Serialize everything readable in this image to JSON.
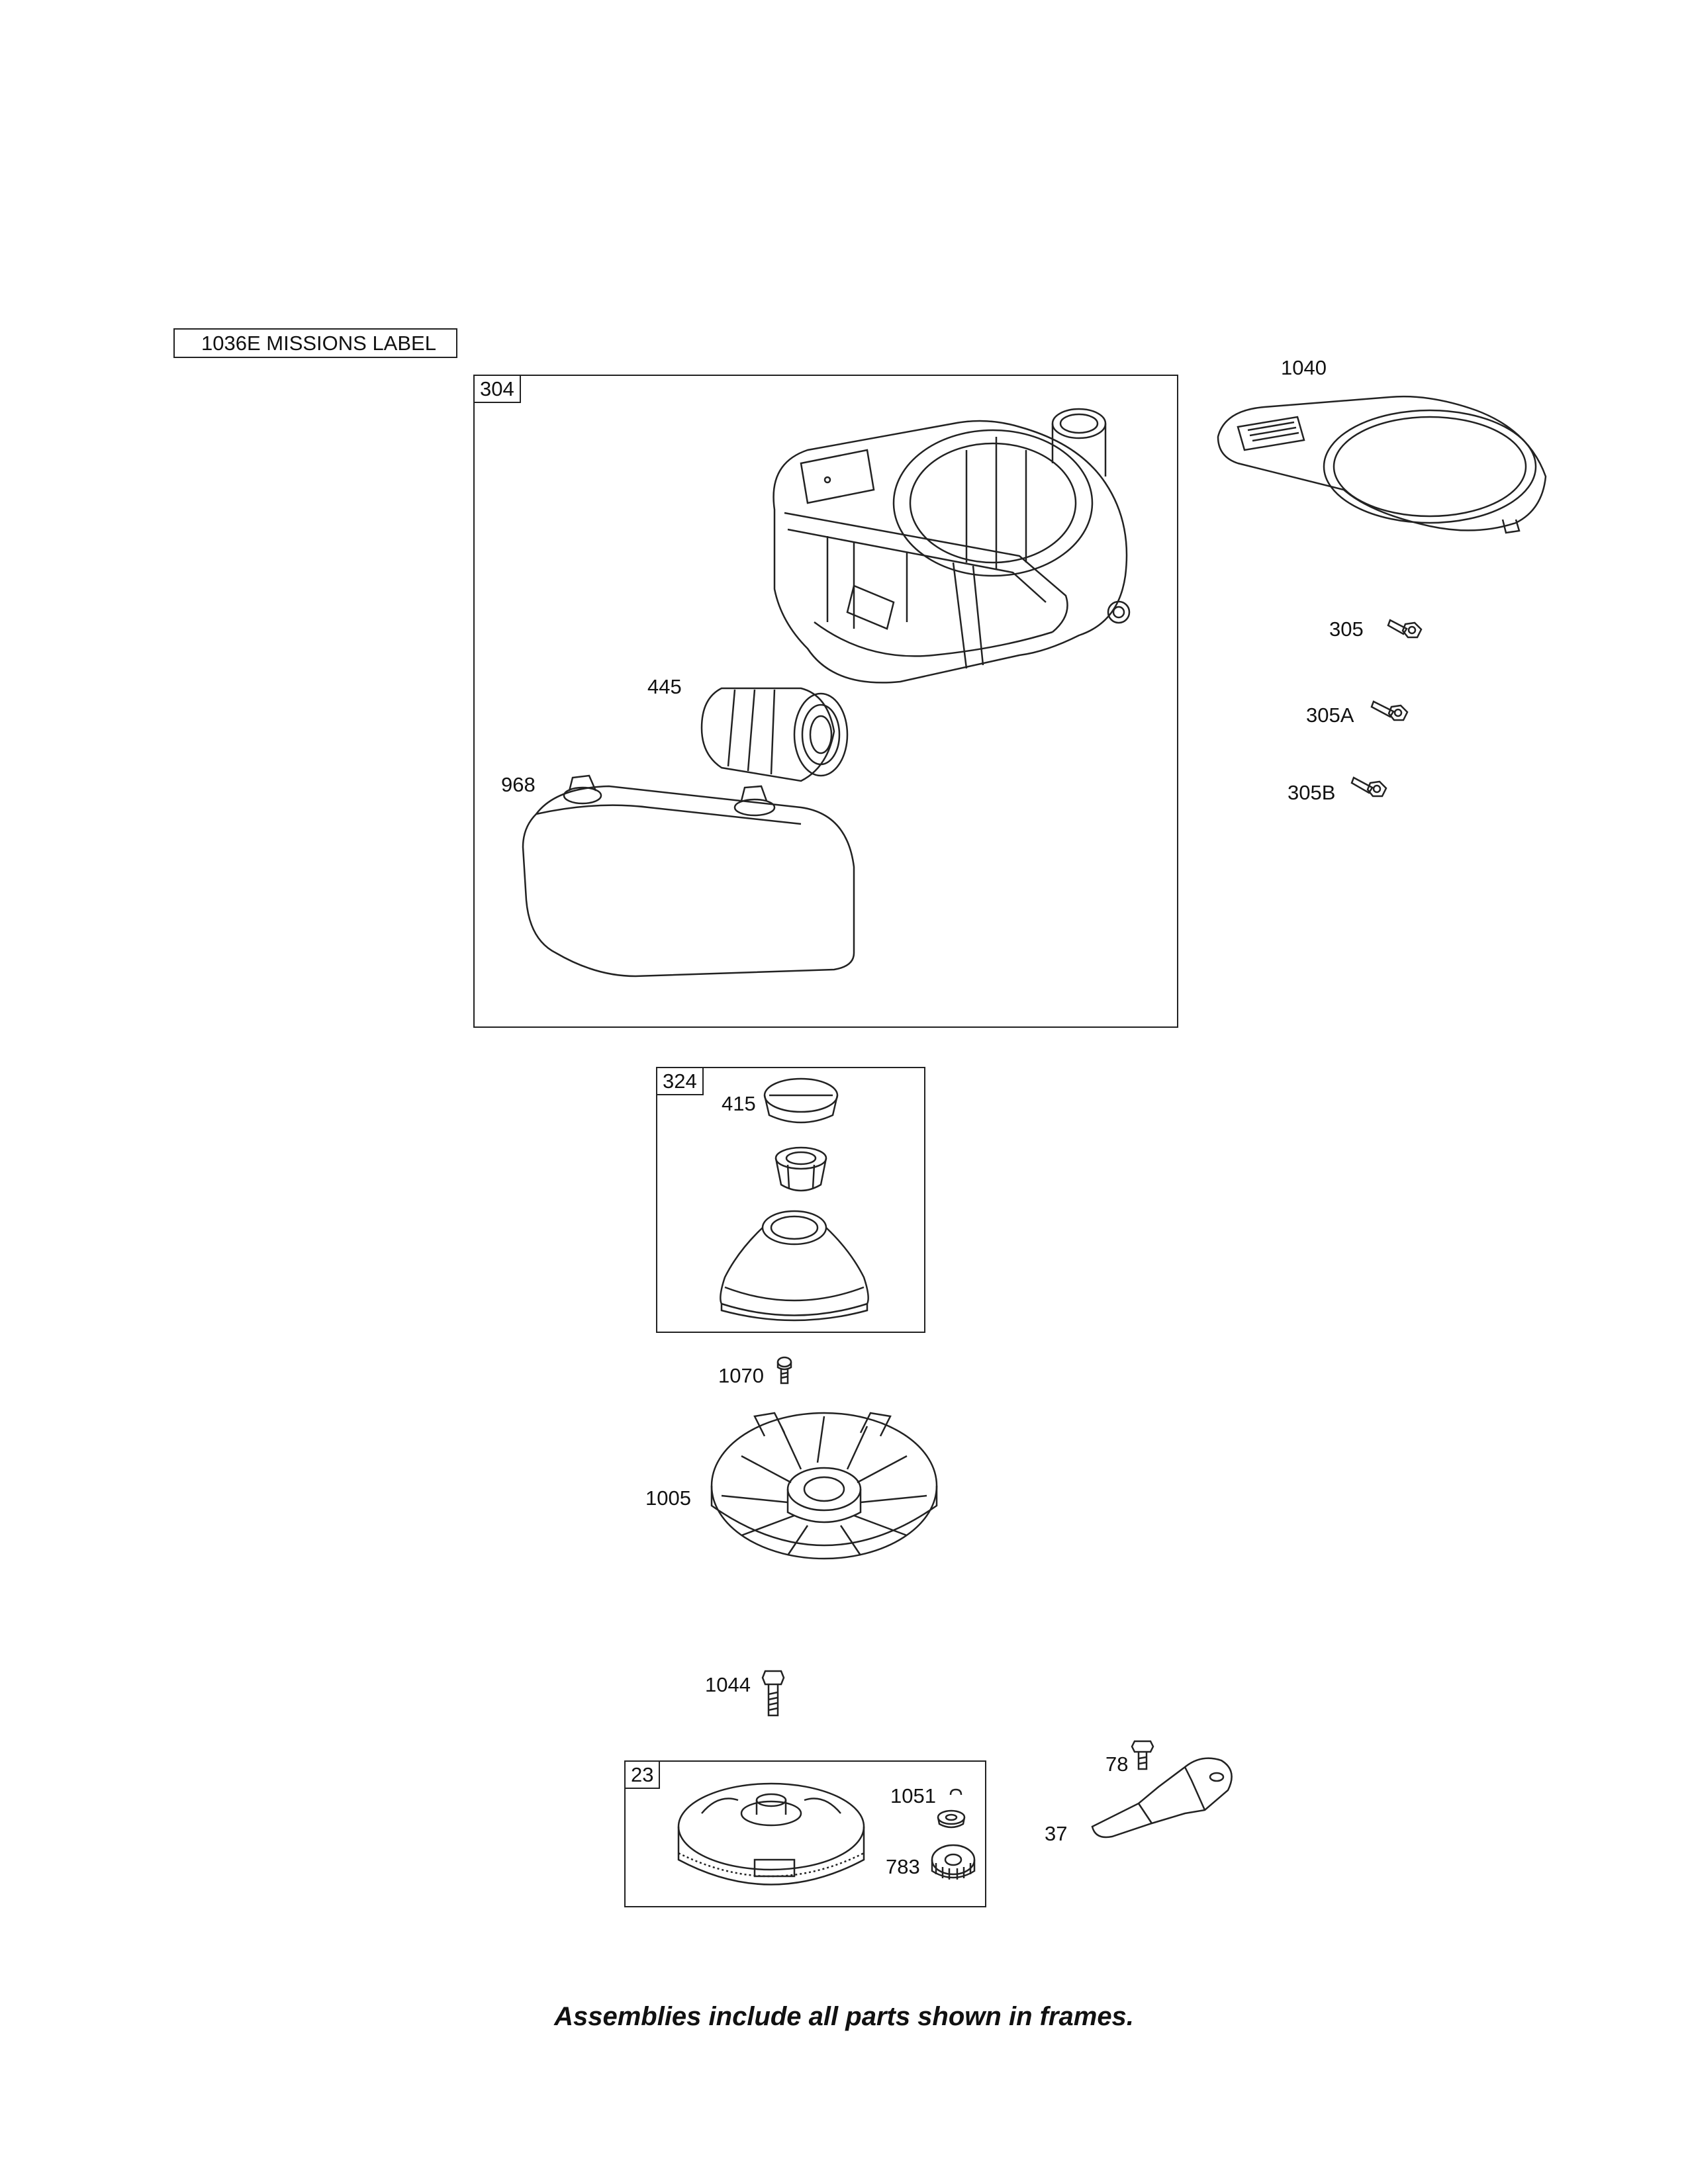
{
  "header_label": "1036E MISSIONS LABEL",
  "frames": {
    "f304": "304",
    "f324": "324",
    "f23": "23"
  },
  "parts": {
    "p1040": "1040",
    "p305": "305",
    "p305A": "305A",
    "p305B": "305B",
    "p445": "445",
    "p968": "968",
    "p415": "415",
    "p1070": "1070",
    "p1005": "1005",
    "p1044": "1044",
    "p1051": "1051",
    "p783": "783",
    "p78": "78",
    "p37": "37"
  },
  "footer": "Assemblies include all parts shown in frames."
}
